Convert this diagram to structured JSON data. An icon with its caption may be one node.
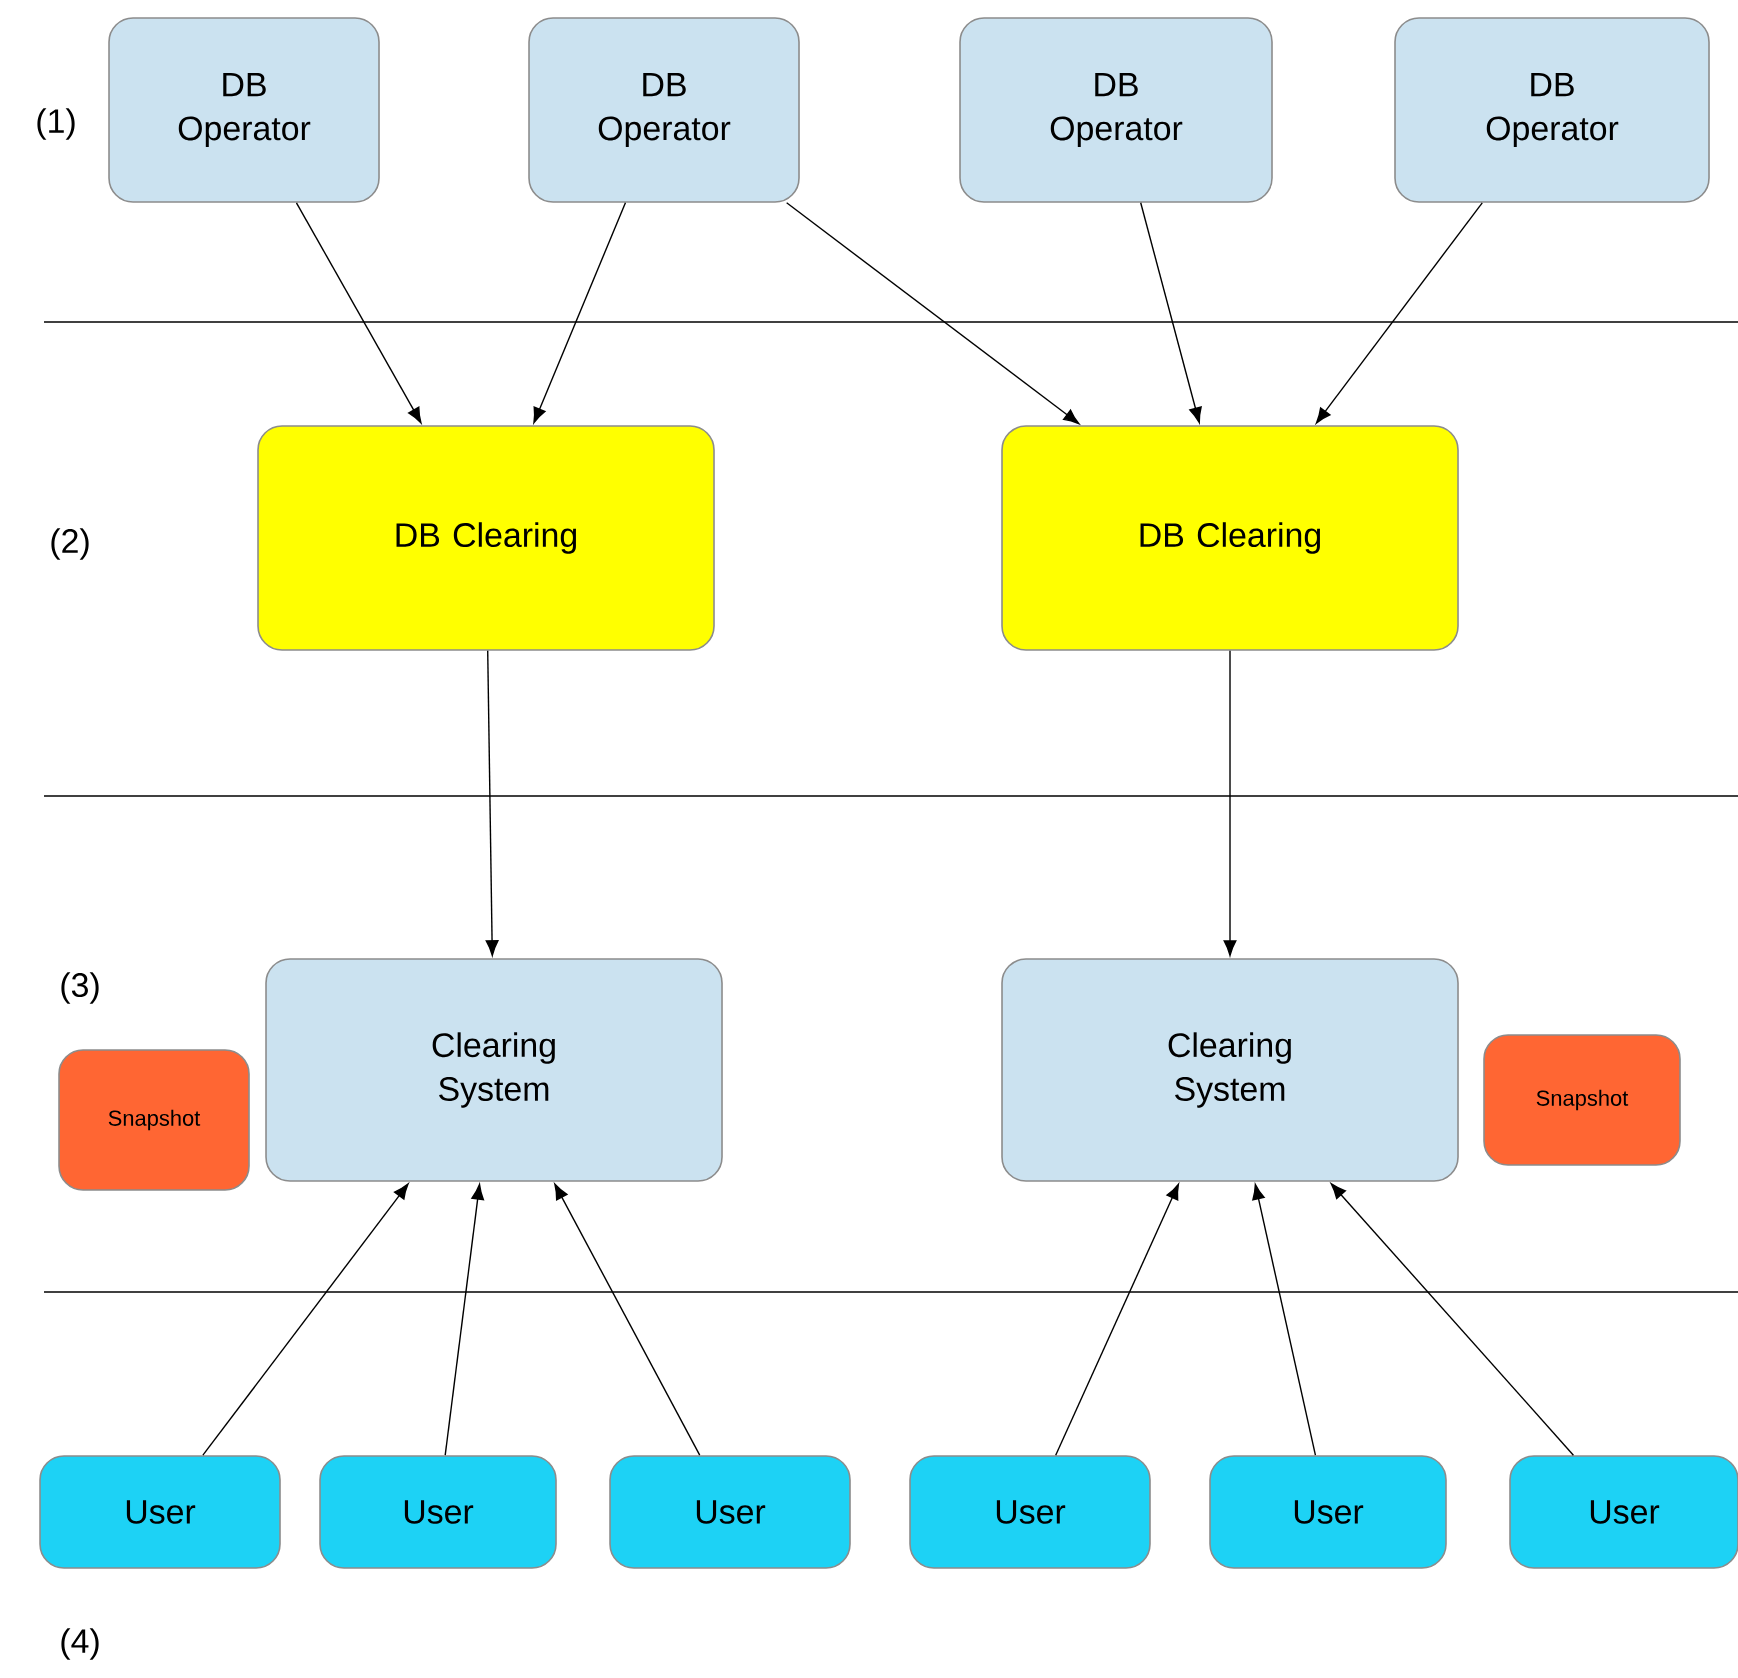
{
  "diagram": {
    "nodes": [
      {
        "text": [
          "DB Operator"
        ]
      },
      {
        "text": [
          "DB Operator"
        ]
      },
      {
        "text": [
          "DB Operator"
        ]
      },
      {
        "text": [
          "DB Operator"
        ]
      },
      {
        "text": [
          "DB Clearing"
        ]
      },
      {
        "text": [
          "DB Clearing"
        ]
      },
      {
        "text": [
          "Clearing System"
        ]
      },
      {
        "text": [
          "Clearing System"
        ]
      },
      {
        "text": [
          "Snapshot"
        ]
      },
      {
        "text": [
          "Snapshot"
        ]
      },
      {
        "text": [
          "User"
        ]
      },
      {
        "text": [
          "User"
        ]
      },
      {
        "text": [
          "User"
        ]
      },
      {
        "text": [
          "User"
        ]
      },
      {
        "text": [
          "User"
        ]
      },
      {
        "text": [
          "User"
        ]
      }
    ],
    "edges": [
      {
        "from": 0,
        "to": 4,
        "arrow": "to"
      },
      {
        "from": 1,
        "to": 4,
        "arrow": "to"
      },
      {
        "from": 1,
        "to": 5,
        "arrow": "to"
      },
      {
        "from": 2,
        "to": 5,
        "arrow": "to"
      },
      {
        "from": 3,
        "to": 5,
        "arrow": "to"
      },
      {
        "from": 4,
        "to": 6,
        "arrow": "to"
      },
      {
        "from": 5,
        "to": 7,
        "arrow": "to"
      },
      {
        "from": 10,
        "to": 6,
        "arrow": "to"
      },
      {
        "from": 11,
        "to": 6,
        "arrow": "to"
      },
      {
        "from": 12,
        "to": 6,
        "arrow": "to"
      },
      {
        "from": 13,
        "to": 7,
        "arrow": "to"
      },
      {
        "from": 14,
        "to": 7,
        "arrow": "to"
      },
      {
        "from": 15,
        "to": 7,
        "arrow": "to"
      }
    ],
    "labels": [
      "(1)",
      "(2)",
      "(3)",
      "(4)"
    ]
  }
}
